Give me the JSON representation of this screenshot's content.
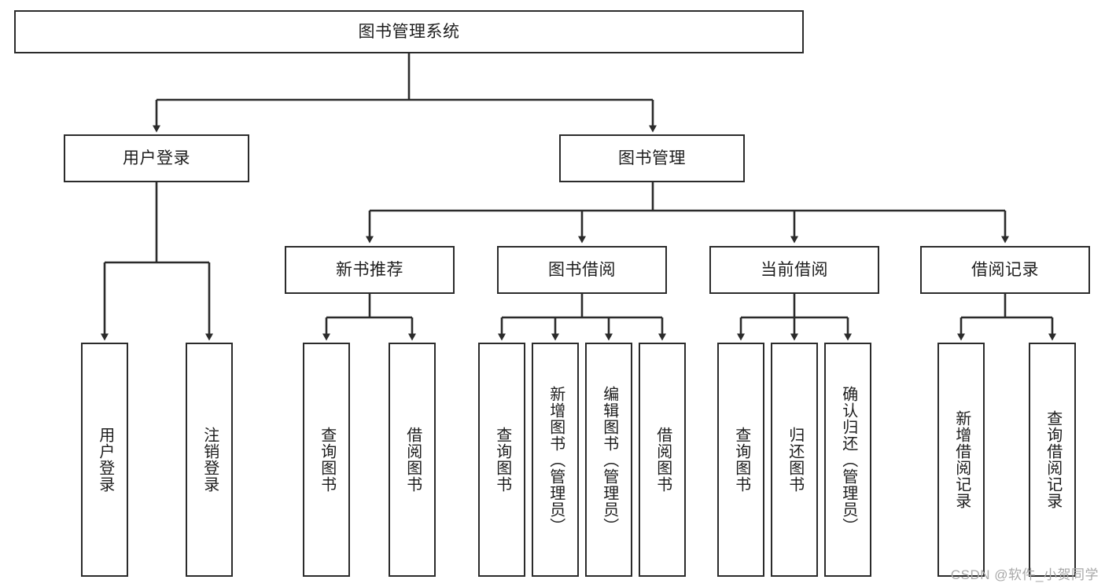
{
  "diagram": {
    "title": "图书管理系统",
    "type": "tree-hierarchy-chart",
    "orientation": "top-down",
    "colors": {
      "box_border": "#2b2b2b",
      "box_fill": "#ffffff",
      "connector": "#2b2b2b",
      "text": "#1d1d1d",
      "watermark": "#a8a8a8",
      "background": "#ffffff"
    },
    "root": {
      "label": "图书管理系统"
    },
    "level2": [
      {
        "id": "user-login",
        "label": "用户登录"
      },
      {
        "id": "book-management",
        "label": "图书管理"
      }
    ],
    "level3": [
      {
        "id": "new-book-recommend",
        "label": "新书推荐",
        "parent": "book-management"
      },
      {
        "id": "book-borrow",
        "label": "图书借阅",
        "parent": "book-management"
      },
      {
        "id": "current-borrow",
        "label": "当前借阅",
        "parent": "book-management"
      },
      {
        "id": "borrow-record",
        "label": "借阅记录",
        "parent": "book-management"
      }
    ],
    "leaves": [
      {
        "id": "leaf-user-login",
        "label": "用户登录",
        "parent": "user-login"
      },
      {
        "id": "leaf-logout-login",
        "label": "注销登录",
        "parent": "user-login"
      },
      {
        "id": "leaf-query-book-1",
        "label": "查询图书",
        "parent": "new-book-recommend"
      },
      {
        "id": "leaf-borrow-book-1",
        "label": "借阅图书",
        "parent": "new-book-recommend"
      },
      {
        "id": "leaf-query-book-2",
        "label": "查询图书",
        "parent": "book-borrow"
      },
      {
        "id": "leaf-add-book",
        "label": "新增图书（管理员）",
        "parent": "book-borrow"
      },
      {
        "id": "leaf-edit-book",
        "label": "编辑图书（管理员）",
        "parent": "book-borrow"
      },
      {
        "id": "leaf-borrow-book-2",
        "label": "借阅图书",
        "parent": "book-borrow"
      },
      {
        "id": "leaf-query-book-3",
        "label": "查询图书",
        "parent": "current-borrow"
      },
      {
        "id": "leaf-return-book",
        "label": "归还图书",
        "parent": "current-borrow"
      },
      {
        "id": "leaf-confirm-return",
        "label": "确认归还（管理员）",
        "parent": "current-borrow"
      },
      {
        "id": "leaf-add-borrow-record",
        "label": "新增借阅记录",
        "parent": "borrow-record"
      },
      {
        "id": "leaf-query-borrow-record",
        "label": "查询借阅记录",
        "parent": "borrow-record"
      }
    ]
  },
  "watermark": {
    "text": "CSDN @软件_小贺同学"
  }
}
